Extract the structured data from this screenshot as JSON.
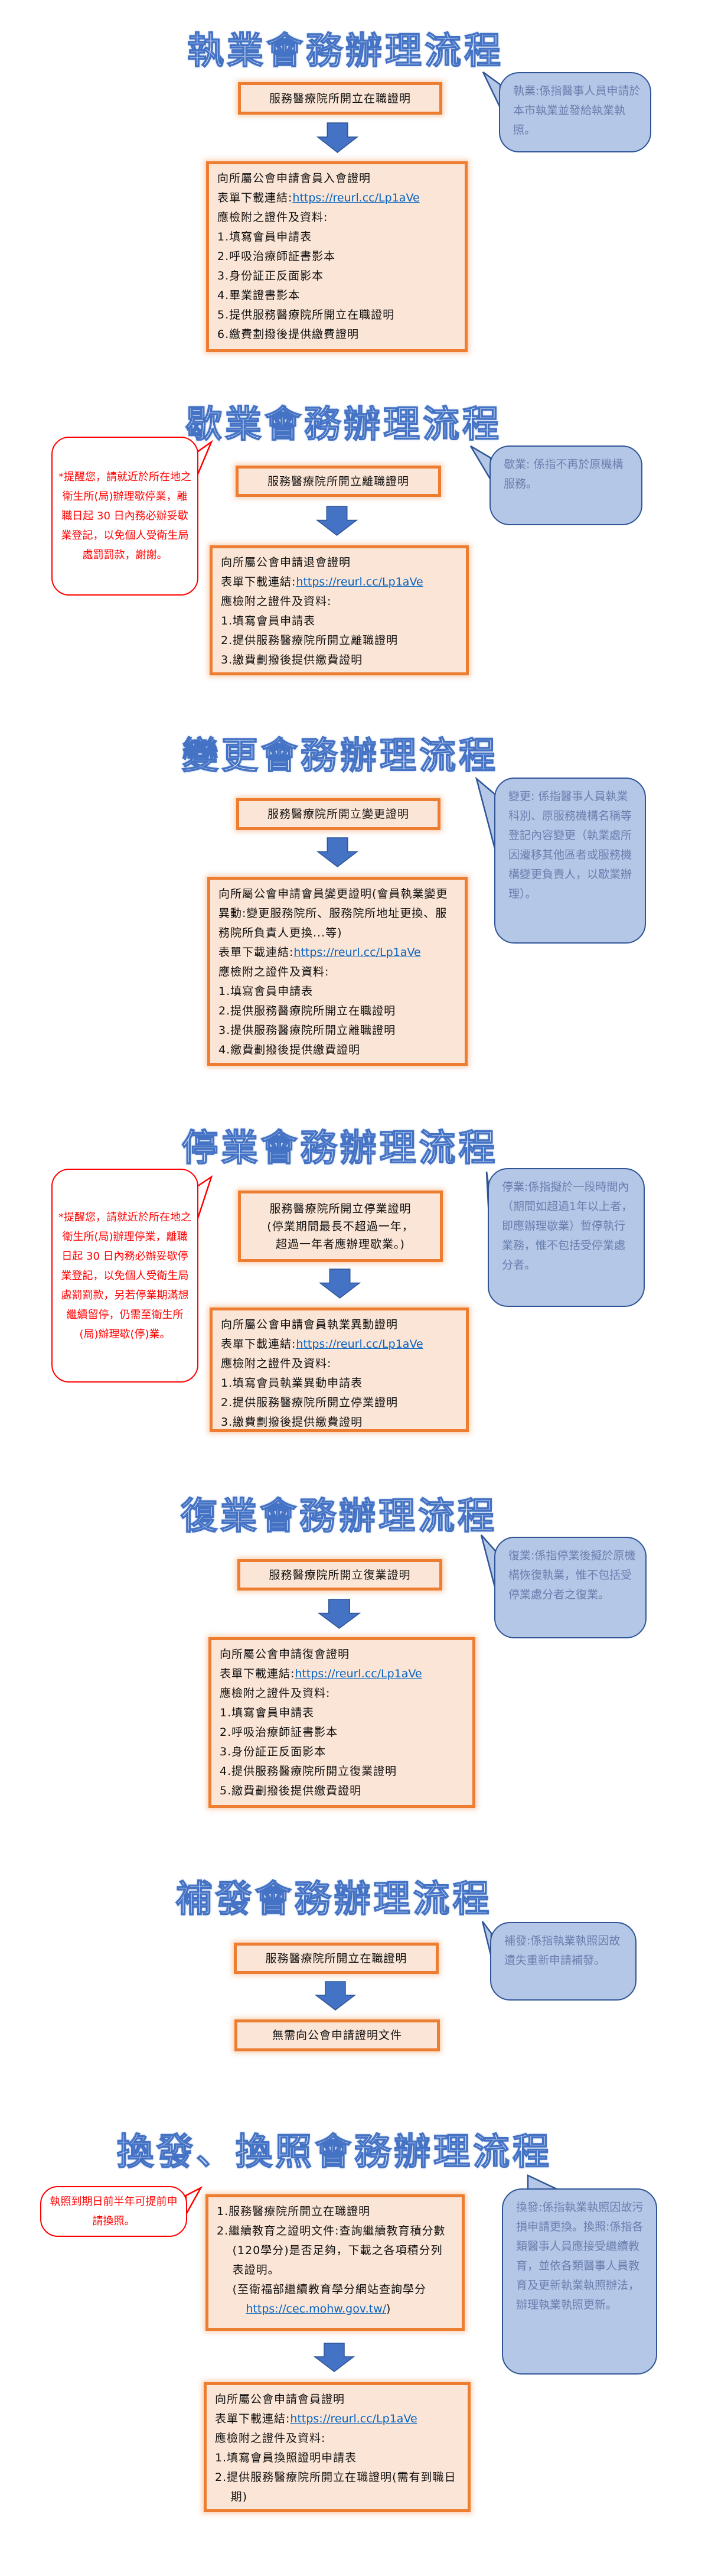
{
  "colors": {
    "box_border": "#ed7d31",
    "box_fill": "#fbe5d6",
    "note_fill": "#b4c7e7",
    "note_border": "#2f5597",
    "arrow": "#4472c4",
    "reminder": "#ff0000",
    "link": "#0563c1"
  },
  "sections": [
    {
      "title": "執業會務辦理流程",
      "step1": [
        "服務醫療院所開立在職證明"
      ],
      "step2": [
        {
          "text": "向所屬公會申請會員入會證明"
        },
        {
          "text": "表單下載連結:",
          "link": "https://reurl.cc/Lp1aVe"
        },
        {
          "text": "應檢附之證件及資料:"
        },
        {
          "text": "1.填寫會員申請表"
        },
        {
          "text": "2.呼吸治療師証書影本"
        },
        {
          "text": "3.身份証正反面影本"
        },
        {
          "text": "4.畢業證書影本"
        },
        {
          "text": "5.提供服務醫療院所開立在職證明"
        },
        {
          "text": "6.繳費劃撥後提供繳費證明"
        }
      ],
      "note": "執業:係指醫事人員申請於本市執業並發給執業執照。"
    },
    {
      "title": "歇業會務辦理流程",
      "step1": [
        "服務醫療院所開立離職證明"
      ],
      "step2": [
        {
          "text": "向所屬公會申請退會證明"
        },
        {
          "text": "表單下載連結:",
          "link": "https://reurl.cc/Lp1aVe"
        },
        {
          "text": "應檢附之證件及資料:"
        },
        {
          "text": "1.填寫會員申請表"
        },
        {
          "text": "2.提供服務醫療院所開立離職證明"
        },
        {
          "text": "3.繳費劃撥後提供繳費證明"
        }
      ],
      "note": "歇業: 係指不再於原機構服務。",
      "reminder": "*提醒您，請就近於所在地之衛生所(局)辦理歇停業，離職日起 30 日內務必辦妥歇業登記，以免個人受衛生局處罰罰款，謝謝。"
    },
    {
      "title": "變更會務辦理流程",
      "step1": [
        "服務醫療院所開立變更證明"
      ],
      "step2": [
        {
          "text": "向所屬公會申請會員變更證明(會員執業變更異動:變更服務院所、服務院所地址更換、服務院所負責人更換...等)"
        },
        {
          "text": "表單下載連結:",
          "link": "https://reurl.cc/Lp1aVe"
        },
        {
          "text": "應檢附之證件及資料:"
        },
        {
          "text": "1.填寫會員申請表"
        },
        {
          "text": "2.提供服務醫療院所開立在職證明"
        },
        {
          "text": "3.提供服務醫療院所開立離職證明"
        },
        {
          "text": "4.繳費劃撥後提供繳費證明"
        }
      ],
      "note": "變更: 係指醫事人員執業科別、原服務機構名稱等登記內容變更（執業處所因遷移其他區者或服務機構變更負責人，以歇業辦理）。"
    },
    {
      "title": "停業會務辦理流程",
      "step1": [
        "服務醫療院所開立停業證明",
        "(停業期間最長不超過一年，",
        "超過一年者應辦理歇業。)"
      ],
      "step2": [
        {
          "text": "向所屬公會申請會員執業異動證明"
        },
        {
          "text": "表單下載連結:",
          "link": "https://reurl.cc/Lp1aVe"
        },
        {
          "text": "應檢附之證件及資料:"
        },
        {
          "text": "1.填寫會員執業異動申請表"
        },
        {
          "text": "2.提供服務醫療院所開立停業證明"
        },
        {
          "text": "3.繳費劃撥後提供繳費證明"
        }
      ],
      "note": "停業:係指擬於一段時間內（期間如超過1年以上者，即應辦理歇業）暫停執行業務，惟不包括受停業處分者。",
      "reminder": "*提醒您，請就近於所在地之衛生所(局)辦理停業，離職日起 30 日內務必辦妥歇停業登記，以免個人受衛生局處罰罰款，另若停業期滿想繼續留停，仍需至衛生所(局)辦理歇(停)業。"
    },
    {
      "title": "復業會務辦理流程",
      "step1": [
        "服務醫療院所開立復業證明"
      ],
      "step2": [
        {
          "text": "向所屬公會申請復會證明"
        },
        {
          "text": "表單下載連結:",
          "link": "https://reurl.cc/Lp1aVe"
        },
        {
          "text": "應檢附之證件及資料:"
        },
        {
          "text": "1.填寫會員申請表"
        },
        {
          "text": "2.呼吸治療師証書影本"
        },
        {
          "text": "3.身份証正反面影本"
        },
        {
          "text": "4.提供服務醫療院所開立復業證明"
        },
        {
          "text": "5.繳費劃撥後提供繳費證明"
        }
      ],
      "note": "復業:係指停業後擬於原機構恢復執業，惟不包括受停業處分者之復業。"
    },
    {
      "title": "補發會務辦理流程",
      "step1": [
        "服務醫療院所開立在職證明"
      ],
      "step2": [
        {
          "text": "無需向公會申請證明文件"
        }
      ],
      "note": "補發:係指執業執照因故遺失重新申請補發。"
    },
    {
      "title": "換發、換照會務辦理流程",
      "step1": [
        "1.服務醫療院所開立在職證明",
        "2.繼續教育之證明文件:查詢繼續教育積分數(120學分)是否足夠，下載之各項積分列表證明。",
        "(至衛福部繼續教育學分網站查詢學分"
      ],
      "step1_link": "https://cec.mohw.gov.tw/",
      "step1_link_suffix": ")",
      "step2": [
        {
          "text": "向所屬公會申請會員證明"
        },
        {
          "text": "表單下載連結:",
          "link": "https://reurl.cc/Lp1aVe"
        },
        {
          "text": "應檢附之證件及資料:"
        },
        {
          "text": "1.填寫會員換照證明申請表"
        },
        {
          "text": "2.提供服務醫療院所開立在職證明(需有到職日期)"
        }
      ],
      "note": "換發:係指執業執照因故污損申請更換。換照:係指各類醫事人員應接受繼續教育，並依各類醫事人員教育及更新執業執照辦法，辦理執業執照更新。",
      "reminder": "執照到期日前半年可提前申請換照。"
    }
  ]
}
